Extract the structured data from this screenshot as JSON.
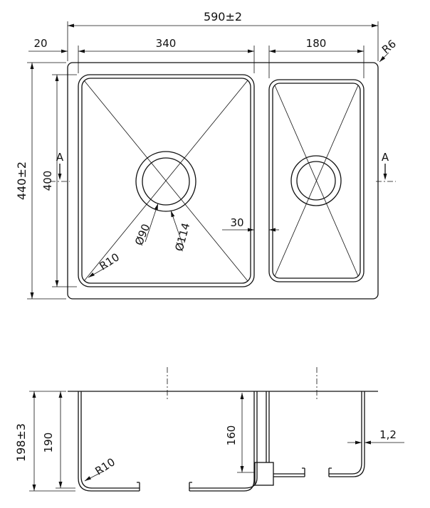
{
  "drawing_type": "sink-dimension-drawing",
  "top_view": {
    "dim_overall_width": "590±2",
    "dim_rim_offset": "20",
    "dim_main_bowl_width": "340",
    "dim_small_bowl_width": "180",
    "dim_corner_radius": "R6",
    "dim_overall_height": "440±2",
    "dim_bowl_height": "400",
    "section_label_left": "A",
    "section_label_right": "A",
    "dim_drain_inner": "Ø90",
    "dim_drain_outer": "Ø114",
    "dim_divider": "30",
    "dim_bowl_radius": "R10"
  },
  "section_view": {
    "dim_total": "198±3",
    "dim_main_depth": "190",
    "dim_small_depth": "160",
    "dim_thickness": "1,2",
    "dim_bottom_radius": "R10"
  }
}
